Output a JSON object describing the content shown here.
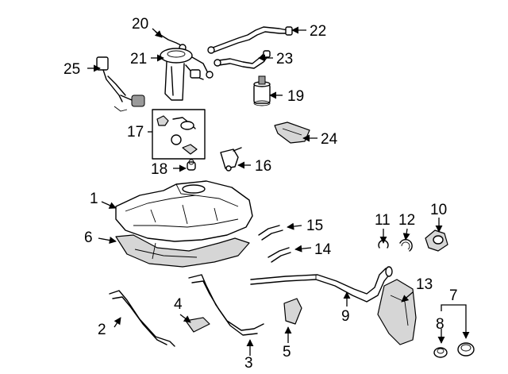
{
  "diagram": {
    "callouts": [
      {
        "id": "p1",
        "label": "1"
      },
      {
        "id": "p2",
        "label": "2"
      },
      {
        "id": "p3",
        "label": "3"
      },
      {
        "id": "p4",
        "label": "4"
      },
      {
        "id": "p5",
        "label": "5"
      },
      {
        "id": "p6",
        "label": "6"
      },
      {
        "id": "p7",
        "label": "7"
      },
      {
        "id": "p8",
        "label": "8"
      },
      {
        "id": "p9",
        "label": "9"
      },
      {
        "id": "p10",
        "label": "10"
      },
      {
        "id": "p11",
        "label": "11"
      },
      {
        "id": "p12",
        "label": "12"
      },
      {
        "id": "p13",
        "label": "13"
      },
      {
        "id": "p14",
        "label": "14"
      },
      {
        "id": "p15",
        "label": "15"
      },
      {
        "id": "p16",
        "label": "16"
      },
      {
        "id": "p17",
        "label": "17"
      },
      {
        "id": "p18",
        "label": "18"
      },
      {
        "id": "p19",
        "label": "19"
      },
      {
        "id": "p20",
        "label": "20"
      },
      {
        "id": "p21",
        "label": "21"
      },
      {
        "id": "p22",
        "label": "22"
      },
      {
        "id": "p23",
        "label": "23"
      },
      {
        "id": "p24",
        "label": "24"
      },
      {
        "id": "p25",
        "label": "25"
      }
    ]
  }
}
